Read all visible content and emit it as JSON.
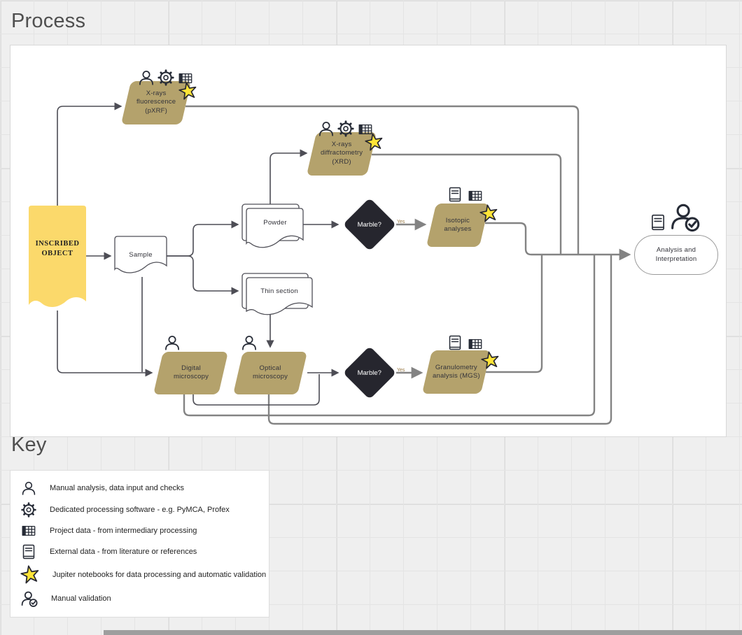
{
  "titles": {
    "process": "Process",
    "key": "Key"
  },
  "flowchart": {
    "nodes": {
      "inscribed_object": {
        "label": "INSCRIBED OBJECT",
        "type": "document",
        "color": "#FBD96B"
      },
      "sample": {
        "label": "Sample",
        "type": "document"
      },
      "powder": {
        "label": "Powder",
        "type": "multi-document"
      },
      "thin_section": {
        "label": "Thin section",
        "type": "multi-document"
      },
      "pxrf": {
        "label": "X-rays fluorescence (pXRF)",
        "type": "process",
        "color": "#B4A26C"
      },
      "xrd": {
        "label": "X-rays diffractometry (XRD)",
        "type": "process",
        "color": "#B4A26C"
      },
      "isotopic": {
        "label": "Isotopic analyses",
        "type": "process",
        "color": "#B4A26C"
      },
      "digital_microscopy": {
        "label": "Digital microscopy",
        "type": "process",
        "color": "#B4A26C"
      },
      "optical_microscopy": {
        "label": "Optical microscopy",
        "type": "process",
        "color": "#B4A26C"
      },
      "granulometry": {
        "label": "Granulometry analysis (MGS)",
        "type": "process",
        "color": "#B4A26C"
      },
      "marble_decision_1": {
        "label": "Marble?",
        "type": "decision",
        "color": "#26262E"
      },
      "marble_decision_2": {
        "label": "Marble?",
        "type": "decision",
        "color": "#26262E"
      },
      "analysis": {
        "label": "Analysis and Interpretation",
        "type": "terminator"
      }
    },
    "edge_labels": {
      "yes_1": "Yes",
      "yes_2": "Yes"
    },
    "palette": {
      "process_fill": "#B4A26C",
      "document_fill": "#FBD96B",
      "decision_fill": "#26262E",
      "star_fill": "#FFE437",
      "line_dark": "#4d4d55",
      "line_gray": "#838383",
      "icon_stroke": "#262b36",
      "canvas_bg": "#ffffff",
      "board_bg": "#efefef"
    }
  },
  "key": {
    "items": [
      {
        "icon": "person-icon",
        "label": "Manual analysis, data input and checks"
      },
      {
        "icon": "gear-icon",
        "label": "Dedicated processing software - e.g. PyMCA, Profex"
      },
      {
        "icon": "table-icon",
        "label": "Project data - from intermediary processing"
      },
      {
        "icon": "book-icon",
        "label": "External data - from literature or references"
      },
      {
        "icon": "star-icon",
        "label": "Jupiter notebooks for data processing and automatic validation"
      },
      {
        "icon": "person-check-icon",
        "label": "Manual validation"
      }
    ]
  }
}
